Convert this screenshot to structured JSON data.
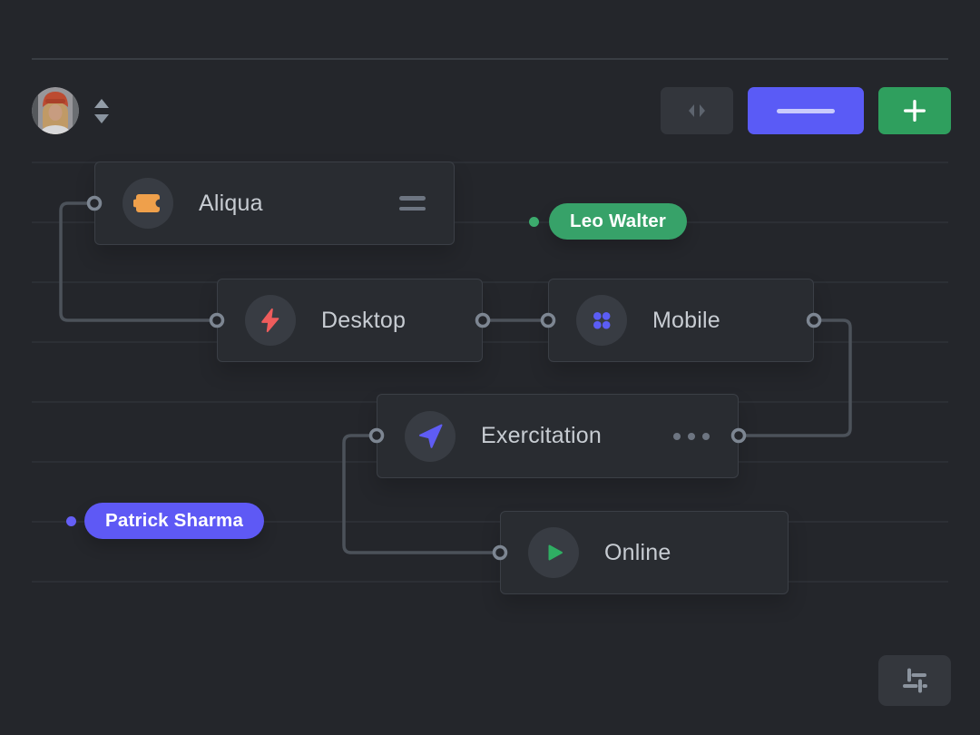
{
  "colors": {
    "background": "#24262b",
    "node_bg": "#292c31",
    "node_border": "#3b3f46",
    "node_text": "#c7ccd2",
    "connector": "#4c525a",
    "port_ring": "#7d8692",
    "accent_indigo": "#5a5bf6",
    "accent_green": "#2f9f5e",
    "accent_red": "#ee5c5c",
    "accent_orange": "#efa04b",
    "badge_green": "#37a269",
    "badge_indigo": "#5e59f5"
  },
  "header": {
    "avatar": "user-avatar-photo",
    "avatar_toggle_icon": "sort-up-down-icon"
  },
  "toolbar": {
    "collapse_button_icon": "horizontal-arrows-icon",
    "primary_button_icon": "dash-icon",
    "add_button_icon": "plus-icon"
  },
  "nodes": [
    {
      "id": "aliqua",
      "label": "Aliqua",
      "icon": "ticket-icon",
      "icon_color": "#efa04b",
      "trailing": "drag-handle-icon",
      "ports": [
        "left"
      ]
    },
    {
      "id": "desktop",
      "label": "Desktop",
      "icon": "lightning-icon",
      "icon_color": "#ee5c5c",
      "ports": [
        "left",
        "right"
      ]
    },
    {
      "id": "mobile",
      "label": "Mobile",
      "icon": "grid-dots-icon",
      "icon_color": "#5b5df5",
      "ports": [
        "left",
        "right"
      ]
    },
    {
      "id": "exercitation",
      "label": "Exercitation",
      "icon": "navigation-icon",
      "icon_color": "#5f5cf4",
      "trailing": "ellipsis-icon",
      "ports": [
        "left",
        "right"
      ]
    },
    {
      "id": "online",
      "label": "Online",
      "icon": "play-icon",
      "icon_color": "#2fae63",
      "ports": [
        "left"
      ]
    }
  ],
  "connections": [
    {
      "from": "aliqua-left",
      "to": "desktop-left"
    },
    {
      "from": "desktop-right",
      "to": "mobile-left"
    },
    {
      "from": "mobile-right",
      "to": "exercitation-right"
    },
    {
      "from": "exercitation-left",
      "to": "online-left"
    }
  ],
  "badges": [
    {
      "label": "Leo Walter",
      "color": "#37a269"
    },
    {
      "label": "Patrick Sharma",
      "color": "#5e59f5"
    }
  ],
  "footer": {
    "settings_button_icon": "sliders-icon"
  }
}
